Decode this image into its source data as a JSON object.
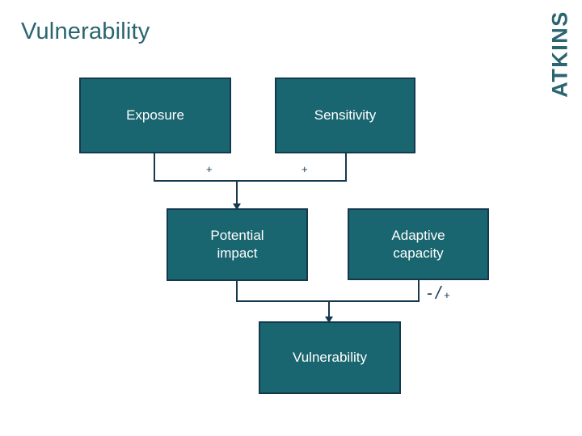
{
  "slide": {
    "title": "Vulnerability",
    "background_color": "#ffffff",
    "title_color": "#2a6570"
  },
  "brand": {
    "name": "ATKINS",
    "color": "#2a6570",
    "orientation": "rotated-90-ccw"
  },
  "diagram": {
    "type": "flow-diagram",
    "node_fill_color": "#1a6670",
    "node_border_color": "#14394f",
    "node_text_color": "#ffffff",
    "connector_color": "#14394f",
    "nodes": [
      {
        "id": "exposure",
        "label": "Exposure"
      },
      {
        "id": "sensitivity",
        "label": "Sensitivity"
      },
      {
        "id": "potential",
        "label": "Potential\nimpact"
      },
      {
        "id": "adaptive",
        "label": "Adaptive\ncapacity"
      },
      {
        "id": "vulnerability",
        "label": "Vulnerability"
      }
    ],
    "signs": {
      "exposure_sign": "+",
      "sensitivity_sign": "+",
      "adaptive_minus": "-",
      "adaptive_slash": "/",
      "adaptive_plus": "+"
    },
    "edges": [
      {
        "from": "exposure",
        "to": "potential",
        "sign": "+"
      },
      {
        "from": "sensitivity",
        "to": "potential",
        "sign": "+"
      },
      {
        "from": "potential",
        "to": "vulnerability",
        "sign": ""
      },
      {
        "from": "adaptive",
        "to": "vulnerability",
        "sign": "- / +"
      }
    ]
  }
}
